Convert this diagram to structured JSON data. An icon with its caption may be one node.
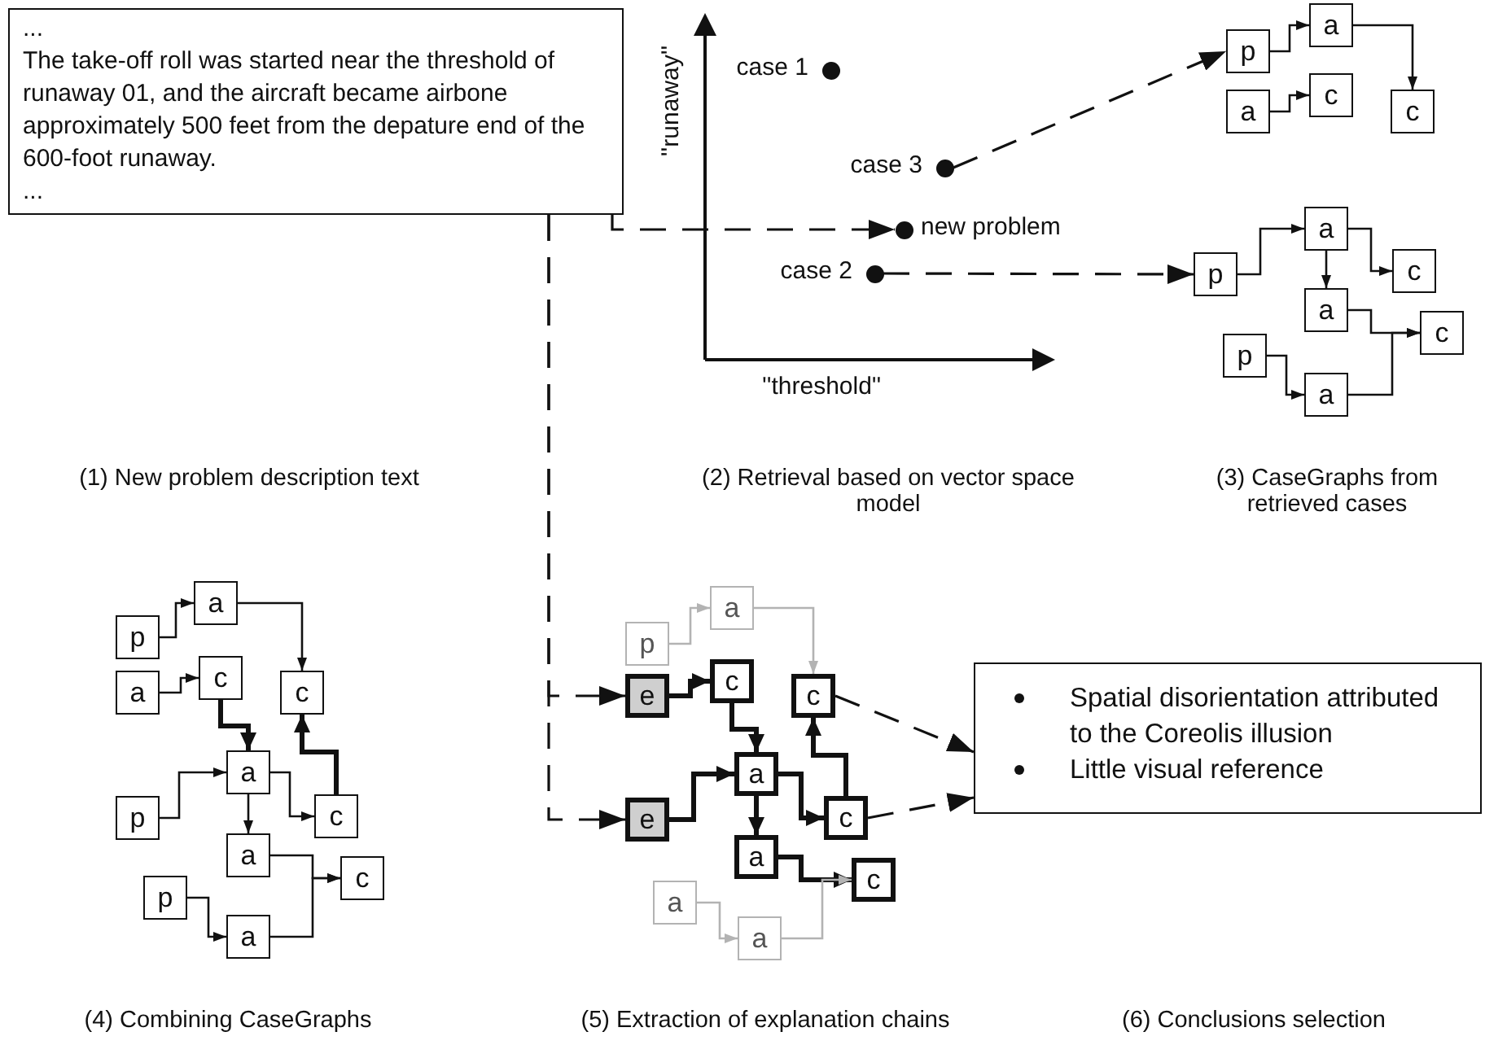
{
  "diagram": {
    "nodes": [
      {
        "text": [
          "...",
          "The take-off roll was started near the threshold of runaway 01, and the aircraft became airbone approximately 500 feet from the depature end of the 600-foot runaway.",
          "..."
        ]
      },
      {
        "text": [],
        "shape": "circle",
        "beside": [
          "case 1"
        ]
      },
      {
        "text": [],
        "shape": "circle",
        "beside": [
          "case 3"
        ]
      },
      {
        "text": [],
        "shape": "circle",
        "beside": [
          "new problem"
        ]
      },
      {
        "text": [],
        "shape": "circle",
        "beside": [
          "case 2"
        ]
      },
      {
        "text": [
          "a"
        ]
      },
      {
        "text": [
          "p"
        ]
      },
      {
        "text": [
          "c"
        ]
      },
      {
        "text": [
          "a"
        ]
      },
      {
        "text": [
          "c"
        ]
      },
      {
        "text": [
          "a"
        ]
      },
      {
        "text": [
          "p"
        ]
      },
      {
        "text": [
          "c"
        ]
      },
      {
        "text": [
          "a"
        ]
      },
      {
        "text": [
          "c"
        ]
      },
      {
        "text": [
          "p"
        ]
      },
      {
        "text": [
          "a"
        ]
      },
      {
        "text": [
          "a"
        ]
      },
      {
        "text": [
          "p"
        ]
      },
      {
        "text": [
          "c"
        ]
      },
      {
        "text": [
          "a"
        ]
      },
      {
        "text": [
          "c"
        ]
      },
      {
        "text": [
          "a"
        ]
      },
      {
        "text": [
          "c"
        ]
      },
      {
        "text": [
          "p"
        ]
      },
      {
        "text": [
          "a"
        ]
      },
      {
        "text": [
          "c"
        ]
      },
      {
        "text": [
          "p"
        ]
      },
      {
        "text": [
          "a"
        ]
      },
      {
        "text": [
          "a"
        ]
      },
      {
        "text": [
          "p"
        ]
      },
      {
        "text": [
          "c"
        ]
      },
      {
        "text": [
          "e"
        ]
      },
      {
        "text": [
          "c"
        ]
      },
      {
        "text": [
          "a"
        ]
      },
      {
        "text": [
          "c"
        ]
      },
      {
        "text": [
          "e"
        ]
      },
      {
        "text": [
          "a"
        ]
      },
      {
        "text": [
          "c"
        ]
      },
      {
        "text": [
          "a"
        ]
      },
      {
        "text": [
          "a"
        ]
      },
      {
        "text": [
          "Spatial disorientation attributed to the Coreolis illusion",
          "Little visual reference"
        ]
      }
    ],
    "edges": [
      {
        "from": 0,
        "to": 3,
        "arrow": "to",
        "style": "dashed"
      },
      {
        "from": 2,
        "to": 6,
        "arrow": "to",
        "style": "dashed"
      },
      {
        "from": 4,
        "to": 11,
        "arrow": "to",
        "style": "dashed"
      },
      {
        "from": 6,
        "to": 5,
        "arrow": "to"
      },
      {
        "from": 5,
        "to": 9,
        "arrow": "to"
      },
      {
        "from": 8,
        "to": 7,
        "arrow": "to"
      },
      {
        "from": 11,
        "to": 10,
        "arrow": "to"
      },
      {
        "from": 10,
        "to": 12,
        "arrow": "to"
      },
      {
        "from": 10,
        "to": 13,
        "arrow": "to"
      },
      {
        "from": 13,
        "to": 14,
        "arrow": "to"
      },
      {
        "from": 15,
        "to": 16,
        "arrow": "to"
      },
      {
        "from": 16,
        "to": 14,
        "arrow": "to"
      },
      {
        "from": 18,
        "to": 17,
        "arrow": "to"
      },
      {
        "from": 17,
        "to": 21,
        "arrow": "to"
      },
      {
        "from": 20,
        "to": 19,
        "arrow": "to"
      },
      {
        "from": 19,
        "to": 22,
        "arrow": "to",
        "style": "thick"
      },
      {
        "from": 24,
        "to": 22,
        "arrow": "to"
      },
      {
        "from": 22,
        "to": 23,
        "arrow": "to"
      },
      {
        "from": 22,
        "to": 25,
        "arrow": "to"
      },
      {
        "from": 23,
        "to": 21,
        "arrow": "to",
        "style": "thick"
      },
      {
        "from": 25,
        "to": 26,
        "arrow": "to"
      },
      {
        "from": 27,
        "to": 28,
        "arrow": "to"
      },
      {
        "from": 28,
        "to": 26,
        "arrow": "to"
      },
      {
        "from": 0,
        "to": 32,
        "arrow": "to",
        "style": "dashed"
      },
      {
        "from": 0,
        "to": 36,
        "arrow": "to",
        "style": "dashed"
      },
      {
        "from": 30,
        "to": 29,
        "arrow": "to",
        "color": "#b3b3b3"
      },
      {
        "from": 29,
        "to": 33,
        "arrow": "to",
        "color": "#b3b3b3"
      },
      {
        "from": 32,
        "to": 31,
        "arrow": "to",
        "style": "thick"
      },
      {
        "from": 31,
        "to": 34,
        "arrow": "to",
        "style": "thick"
      },
      {
        "from": 36,
        "to": 34,
        "arrow": "to",
        "style": "thick"
      },
      {
        "from": 34,
        "to": 37,
        "arrow": "to",
        "style": "thick"
      },
      {
        "from": 34,
        "to": 35,
        "arrow": "to",
        "style": "thick"
      },
      {
        "from": 35,
        "to": 33,
        "arrow": "to",
        "style": "thick"
      },
      {
        "from": 37,
        "to": 38,
        "arrow": "to",
        "style": "thick"
      },
      {
        "from": 39,
        "to": 40,
        "arrow": "to",
        "color": "#b3b3b3"
      },
      {
        "from": 40,
        "to": 38,
        "arrow": "to",
        "color": "#b3b3b3"
      },
      {
        "from": 33,
        "to": 41,
        "arrow": "to",
        "style": "dashed"
      },
      {
        "from": 35,
        "to": 41,
        "arrow": "to",
        "style": "dashed"
      }
    ],
    "labels": [
      "''runaway''",
      "''threshold''",
      "(1) New problem description text",
      "(2) Retrieval based on vector space model",
      "(3) CaseGraphs from retrieved cases",
      "(4) Combining CaseGraphs",
      "(5) Extraction of explanation chains",
      "(6) Conclusions selection"
    ]
  }
}
